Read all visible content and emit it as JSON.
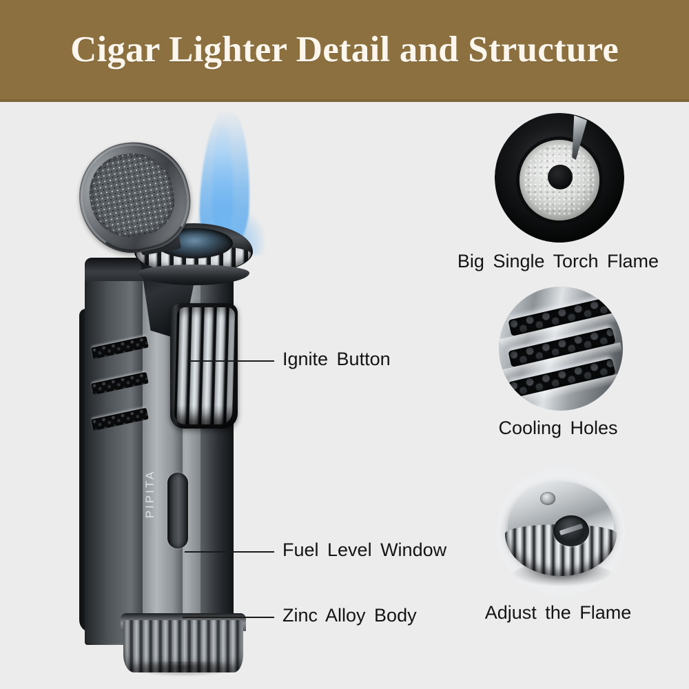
{
  "header": {
    "title": "Cigar Lighter Detail and Structure",
    "background_color": "#8c7040",
    "text_color": "#fdf6ec"
  },
  "page": {
    "background_color": "#ececec",
    "text_color": "#141414"
  },
  "product": {
    "brand": "PIPITA",
    "flame_color": "#78b9f0",
    "body_color": "#5a5f64"
  },
  "callouts": [
    {
      "label": "Ignite Button",
      "name": "ignite-button"
    },
    {
      "label": "Fuel Level Window",
      "name": "fuel-level-window"
    },
    {
      "label": "Zinc Alloy Body",
      "name": "zinc-alloy-body"
    }
  ],
  "details": [
    {
      "caption": "Big  Single Torch Flame",
      "name": "torch-flame"
    },
    {
      "caption": "Cooling Holes",
      "name": "cooling-holes"
    },
    {
      "caption": "Adjust the Flame",
      "name": "adjust-flame"
    }
  ]
}
